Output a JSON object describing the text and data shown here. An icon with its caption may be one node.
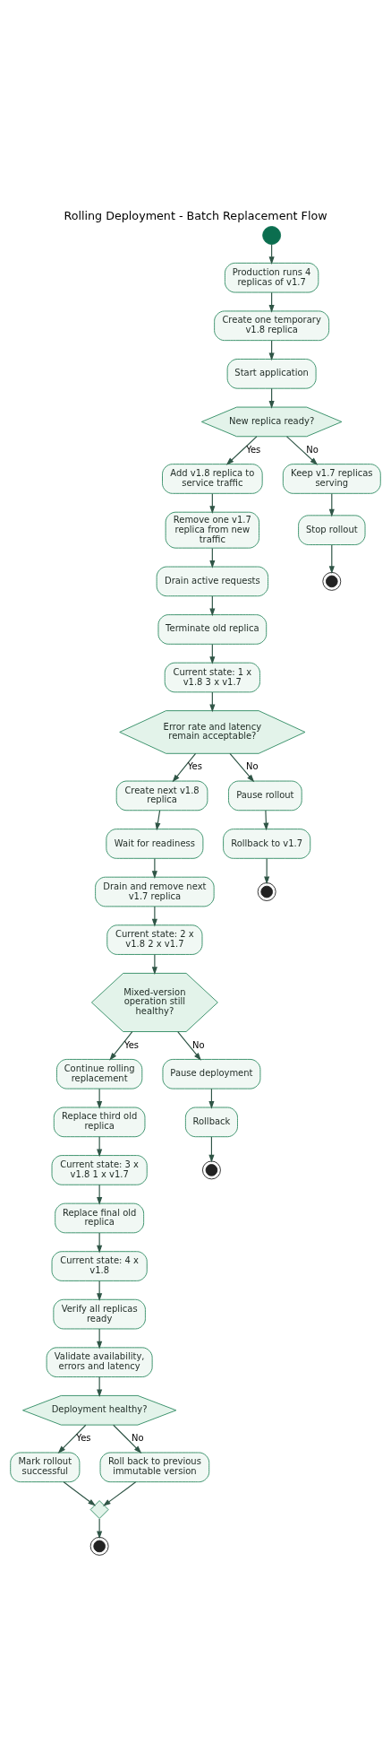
{
  "diagram": {
    "title": "Rolling Deployment - Batch Replacement Flow",
    "nodes": [
      {
        "text": [],
        "shape": "circle"
      },
      {
        "text": [
          "Production runs 4 replicas of v1.7"
        ]
      },
      {
        "text": [
          "Create one temporary v1.8 replica"
        ]
      },
      {
        "text": [
          "Start application"
        ]
      },
      {
        "text": [
          "New replica ready?"
        ]
      },
      {
        "text": [
          "Add v1.8 replica to service traffic"
        ]
      },
      {
        "text": [
          "Keep v1.7 replicas serving"
        ]
      },
      {
        "text": [
          "Stop rollout"
        ]
      },
      {
        "text": [],
        "shape": "circle"
      },
      {
        "text": [
          "Remove one v1.7 replica from new traffic"
        ]
      },
      {
        "text": [
          "Drain active requests"
        ]
      },
      {
        "text": [
          "Terminate old replica"
        ]
      },
      {
        "text": [
          "Current state: 1 x v1.8 3 x v1.7"
        ]
      },
      {
        "text": [
          "Error rate and latency remain acceptable?"
        ]
      },
      {
        "text": [
          "Create next v1.8 replica"
        ]
      },
      {
        "text": [
          "Pause rollout"
        ]
      },
      {
        "text": [
          "Rollback to v1.7"
        ]
      },
      {
        "text": [],
        "shape": "circle"
      },
      {
        "text": [
          "Wait for readiness"
        ]
      },
      {
        "text": [
          "Drain and remove next v1.7 replica"
        ]
      },
      {
        "text": [
          "Current state: 2 x v1.8 2 x v1.7"
        ]
      },
      {
        "text": [
          "Mixed-version operation still healthy?"
        ]
      },
      {
        "text": [
          "Continue rolling replacement"
        ]
      },
      {
        "text": [
          "Pause deployment"
        ]
      },
      {
        "text": [
          "Rollback"
        ]
      },
      {
        "text": [],
        "shape": "circle"
      },
      {
        "text": [
          "Replace third old replica"
        ]
      },
      {
        "text": [
          "Current state: 3 x v1.8 1 x v1.7"
        ]
      },
      {
        "text": [
          "Replace final old replica"
        ]
      },
      {
        "text": [
          "Current state: 4 x v1.8"
        ]
      },
      {
        "text": [
          "Verify all replicas ready"
        ]
      },
      {
        "text": [
          "Validate availability, errors and latency"
        ]
      },
      {
        "text": [
          "Deployment healthy?"
        ]
      },
      {
        "text": [
          "Mark rollout successful"
        ]
      },
      {
        "text": [
          "Roll back to previous immutable version"
        ]
      },
      {
        "text": [],
        "shape": "diamond"
      },
      {
        "text": [],
        "shape": "circle"
      }
    ],
    "edges": [
      {
        "from": 0,
        "to": 1,
        "arrow": "to"
      },
      {
        "from": 1,
        "to": 2,
        "arrow": "to"
      },
      {
        "from": 2,
        "to": 3,
        "arrow": "to"
      },
      {
        "from": 3,
        "to": 4,
        "arrow": "to"
      },
      {
        "from": 4,
        "to": 5,
        "arrow": "to",
        "label": "Yes"
      },
      {
        "from": 4,
        "to": 6,
        "arrow": "to",
        "label": "No"
      },
      {
        "from": 6,
        "to": 7,
        "arrow": "to"
      },
      {
        "from": 7,
        "to": 8,
        "arrow": "to"
      },
      {
        "from": 5,
        "to": 9,
        "arrow": "to"
      },
      {
        "from": 9,
        "to": 10,
        "arrow": "to"
      },
      {
        "from": 10,
        "to": 11,
        "arrow": "to"
      },
      {
        "from": 11,
        "to": 12,
        "arrow": "to"
      },
      {
        "from": 12,
        "to": 13,
        "arrow": "to"
      },
      {
        "from": 13,
        "to": 14,
        "arrow": "to",
        "label": "Yes"
      },
      {
        "from": 13,
        "to": 15,
        "arrow": "to",
        "label": "No"
      },
      {
        "from": 15,
        "to": 16,
        "arrow": "to"
      },
      {
        "from": 16,
        "to": 17,
        "arrow": "to"
      },
      {
        "from": 14,
        "to": 18,
        "arrow": "to"
      },
      {
        "from": 18,
        "to": 19,
        "arrow": "to"
      },
      {
        "from": 19,
        "to": 20,
        "arrow": "to"
      },
      {
        "from": 20,
        "to": 21,
        "arrow": "to"
      },
      {
        "from": 21,
        "to": 22,
        "arrow": "to",
        "label": "Yes"
      },
      {
        "from": 21,
        "to": 23,
        "arrow": "to",
        "label": "No"
      },
      {
        "from": 23,
        "to": 24,
        "arrow": "to"
      },
      {
        "from": 24,
        "to": 25,
        "arrow": "to"
      },
      {
        "from": 22,
        "to": 26,
        "arrow": "to"
      },
      {
        "from": 26,
        "to": 27,
        "arrow": "to"
      },
      {
        "from": 27,
        "to": 28,
        "arrow": "to"
      },
      {
        "from": 28,
        "to": 29,
        "arrow": "to"
      },
      {
        "from": 29,
        "to": 30,
        "arrow": "to"
      },
      {
        "from": 30,
        "to": 31,
        "arrow": "to"
      },
      {
        "from": 31,
        "to": 32,
        "arrow": "to"
      },
      {
        "from": 32,
        "to": 33,
        "arrow": "to",
        "label": "Yes"
      },
      {
        "from": 32,
        "to": 34,
        "arrow": "to",
        "label": "No"
      },
      {
        "from": 33,
        "to": 35,
        "arrow": "to"
      },
      {
        "from": 34,
        "to": 35,
        "arrow": "to"
      },
      {
        "from": 35,
        "to": 36,
        "arrow": "to"
      }
    ]
  }
}
